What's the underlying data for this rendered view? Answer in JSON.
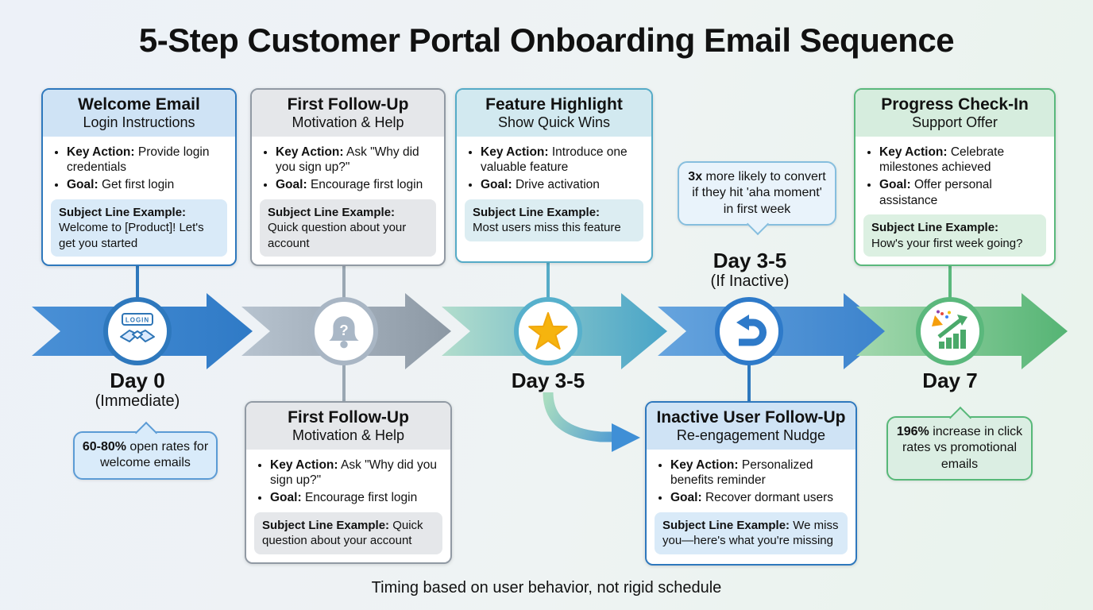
{
  "title": "5-Step Customer Portal Onboarding Email Sequence",
  "footer": "Timing based on user behavior, not rigid schedule",
  "labels": {
    "key_action": "Key Action:",
    "goal": "Goal:",
    "subject": "Subject Line Example:"
  },
  "icons": {
    "login_label": "LOGIN",
    "bell_question": "?"
  },
  "cards": [
    {
      "title": "Welcome Email",
      "subtitle": "Login Instructions",
      "key_action": "Provide login credentials",
      "goal": "Get first login",
      "subject": "Welcome to [Product]! Let's get you started"
    },
    {
      "title": "First Follow-Up",
      "subtitle": "Motivation & Help",
      "key_action": "Ask \"Why did you sign up?\"",
      "goal": "Encourage first login",
      "subject": "Quick question about your account"
    },
    {
      "title": "Feature Highlight",
      "subtitle": "Show Quick Wins",
      "key_action": "Introduce one valuable feature",
      "goal": "Drive activation",
      "subject": "Most users miss this feature"
    },
    {
      "title": "Progress Check-In",
      "subtitle": "Support Offer",
      "key_action": "Celebrate milestones achieved",
      "goal": "Offer personal assistance",
      "subject": "How's your first week going?"
    },
    {
      "title": "First Follow-Up",
      "subtitle": "Motivation & Help",
      "key_action": "Ask \"Why did you sign up?\"",
      "goal": "Encourage first login",
      "subject": "Quick question about your account"
    },
    {
      "title": "Inactive User Follow-Up",
      "subtitle": "Re-engagement Nudge",
      "key_action": "Personalized benefits reminder",
      "goal": "Recover dormant users",
      "subject": "We miss you—here's what you're missing"
    }
  ],
  "timeline": {
    "day0": "Day 0",
    "day0_sub": "(Immediate)",
    "day35": "Day 3-5",
    "day35_inactive": "Day 3-5",
    "day35_inactive_sub": "(If Inactive)",
    "day7": "Day 7"
  },
  "callouts": {
    "aha_bold": "3x",
    "aha_text": " more likely to convert if they hit 'aha moment' in first week",
    "open_bold": "60-80%",
    "open_text": " open rates for welcome emails",
    "click_bold": "196%",
    "click_text": " increase in click rates vs promotional emails"
  },
  "colors": {
    "blue": "#2e78bd",
    "gray": "#919aa4",
    "teal": "#55abc7",
    "green": "#5ab87c",
    "star": "#f6b40e"
  }
}
